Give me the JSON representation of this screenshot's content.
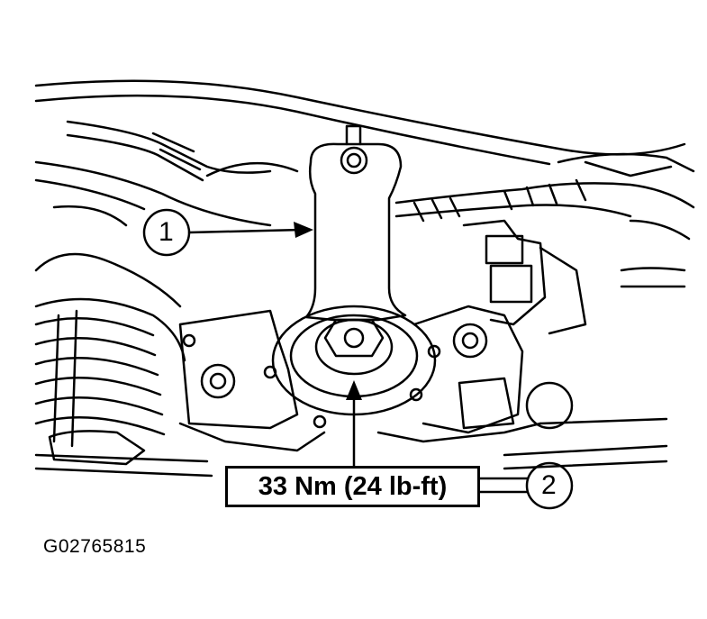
{
  "callouts": [
    {
      "number": "1"
    },
    {
      "number": "2"
    }
  ],
  "torque_spec": "33 Nm (24 lb-ft)",
  "figure_id": "G02765815",
  "colors": {
    "ink": "#000000",
    "paper": "#ffffff"
  }
}
